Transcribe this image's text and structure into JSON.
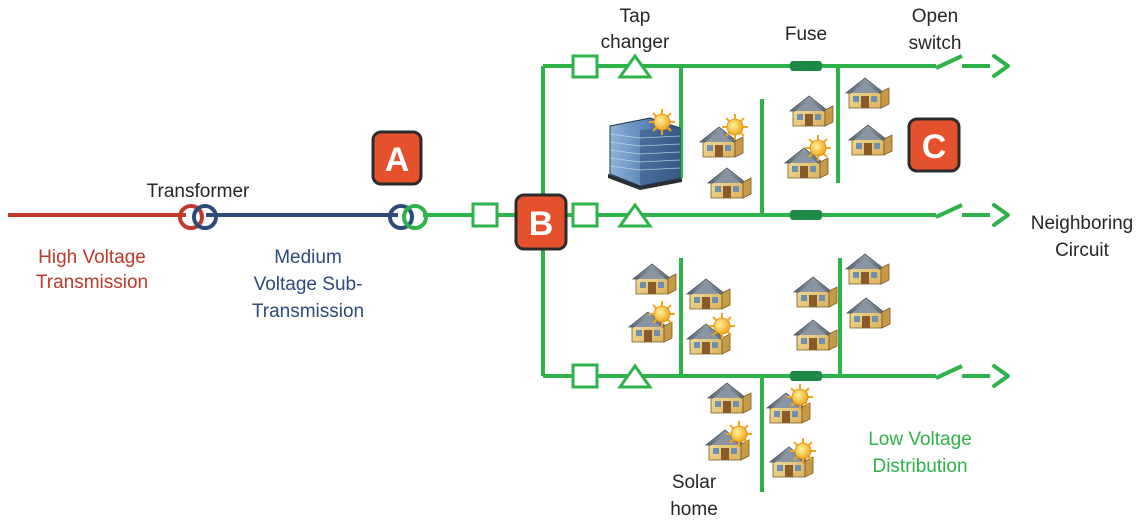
{
  "labels": {
    "transformer": "Transformer",
    "high_voltage_1": "High Voltage",
    "high_voltage_2": "Transmission",
    "medium_voltage_1": "Medium",
    "medium_voltage_2": "Voltage Sub-",
    "medium_voltage_3": "Transmission",
    "tap_changer_1": "Tap",
    "tap_changer_2": "changer",
    "fuse": "Fuse",
    "open_switch_1": "Open",
    "open_switch_2": "switch",
    "neighboring_1": "Neighboring",
    "neighboring_2": "Circuit",
    "low_voltage_1": "Low Voltage",
    "low_voltage_2": "Distribution",
    "solar_home_1": "Solar",
    "solar_home_2": "home"
  },
  "badges": {
    "a": "A",
    "b": "B",
    "c": "C"
  },
  "colors": {
    "high_voltage": "#c0392b",
    "medium_voltage": "#2e4a7a",
    "low_voltage": "#2db34a",
    "fuse": "#1f8a45",
    "badge_fill": "#e5512d",
    "badge_border": "#2b2b2b"
  },
  "icons": {
    "house": "house-icon",
    "solar_house": "solar-house-icon",
    "building": "office-building-icon"
  }
}
